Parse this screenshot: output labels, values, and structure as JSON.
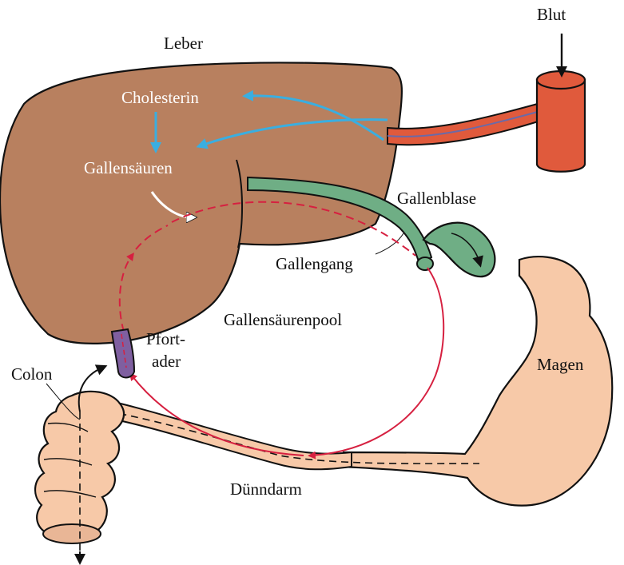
{
  "labels": {
    "blut": "Blut",
    "leber": "Leber",
    "cholesterin": "Cholesterin",
    "gallensaeuren": "Gallensäuren",
    "gallenblase": "Gallenblase",
    "gallengang": "Gallengang",
    "gallensaeurenpool": "Gallensäurenpool",
    "pfortader_line1": "Pfort-",
    "pfortader_line2": "ader",
    "colon": "Colon",
    "magen": "Magen",
    "duenndarm": "Dünndarm"
  },
  "colors": {
    "liver": "#b8805f",
    "blood_vessel": "#e05a3c",
    "gallbladder": "#6fae85",
    "stomach_intestine": "#f7c9a8",
    "portal_vein": "#7f5fa0",
    "cycle_arrow": "#d62040",
    "synthesis_arrow": "#3aaee0"
  }
}
